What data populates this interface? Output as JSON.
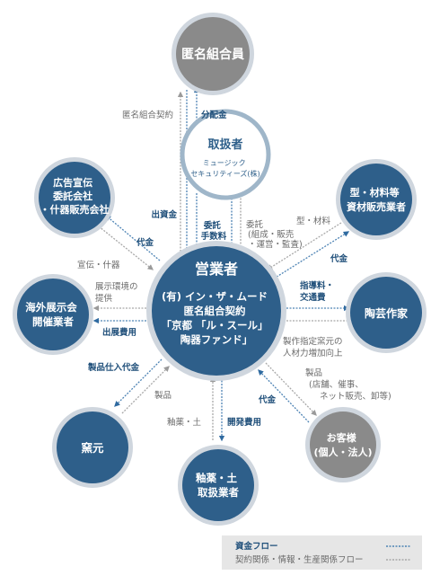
{
  "nodes": {
    "investors": [
      "匿名組合員"
    ],
    "handler": [
      "取扱者"
    ],
    "handler_sub": [
      "ミュージック",
      "セキュリティーズ(株)"
    ],
    "operator_title": [
      "営業者"
    ],
    "operator_body": [
      "(有) イン・ザ・ムード",
      "匿名組合契約",
      "「京都 「ル・スール」",
      "陶器ファンド」"
    ],
    "advertising": [
      "広告宣伝",
      "委託会社",
      "・什器販売会社"
    ],
    "materials": [
      "型・材料等",
      "資材販売業者"
    ],
    "exhibition": [
      "海外展示会",
      "開催業者"
    ],
    "artist": [
      "陶芸作家"
    ],
    "kiln": [
      "窯元"
    ],
    "glaze": [
      "釉薬・土",
      "取扱業者"
    ],
    "customer": [
      "お客様",
      "(個人・法人)"
    ]
  },
  "labels": {
    "contract": "匿名組合契約",
    "dividend": "分配金",
    "investment": "出資金",
    "commission": [
      "委託",
      "手数料"
    ],
    "consignment": [
      "委託",
      "(組成・販売",
      "・運営・監査)"
    ],
    "ad_fee": "代金",
    "ad_items": "宣伝・什器",
    "mat_items": "型・材料",
    "mat_fee": "代金",
    "exh_info": [
      "展示環境の",
      "提供"
    ],
    "exh_fee": "出展費用",
    "guidance": [
      "指導料・",
      "交通費"
    ],
    "artist_info": [
      "製作指定窯元の",
      "人材力増加向上"
    ],
    "purchase": "製品仕入代金",
    "kiln_goods": "製品",
    "glaze_items": "釉薬・土",
    "dev_cost": "開発費用",
    "cust_goods": [
      "製品",
      "(店舗、催事、",
      "ネット販売、卸等)"
    ],
    "cust_fee": "代金"
  },
  "legend": {
    "money": "資金フロー",
    "contract": "契約関係・情報・生産関係フロー"
  },
  "colors": {
    "blue_node": "#2e5f8a",
    "gray_node": "#8a8a8a",
    "ring": "#cfd6de",
    "handler_ring": "#9fb6c9",
    "blue_line": "#4d83b4",
    "gray_line": "#a8a8a8",
    "legend_bg": "#e6e6e6"
  }
}
